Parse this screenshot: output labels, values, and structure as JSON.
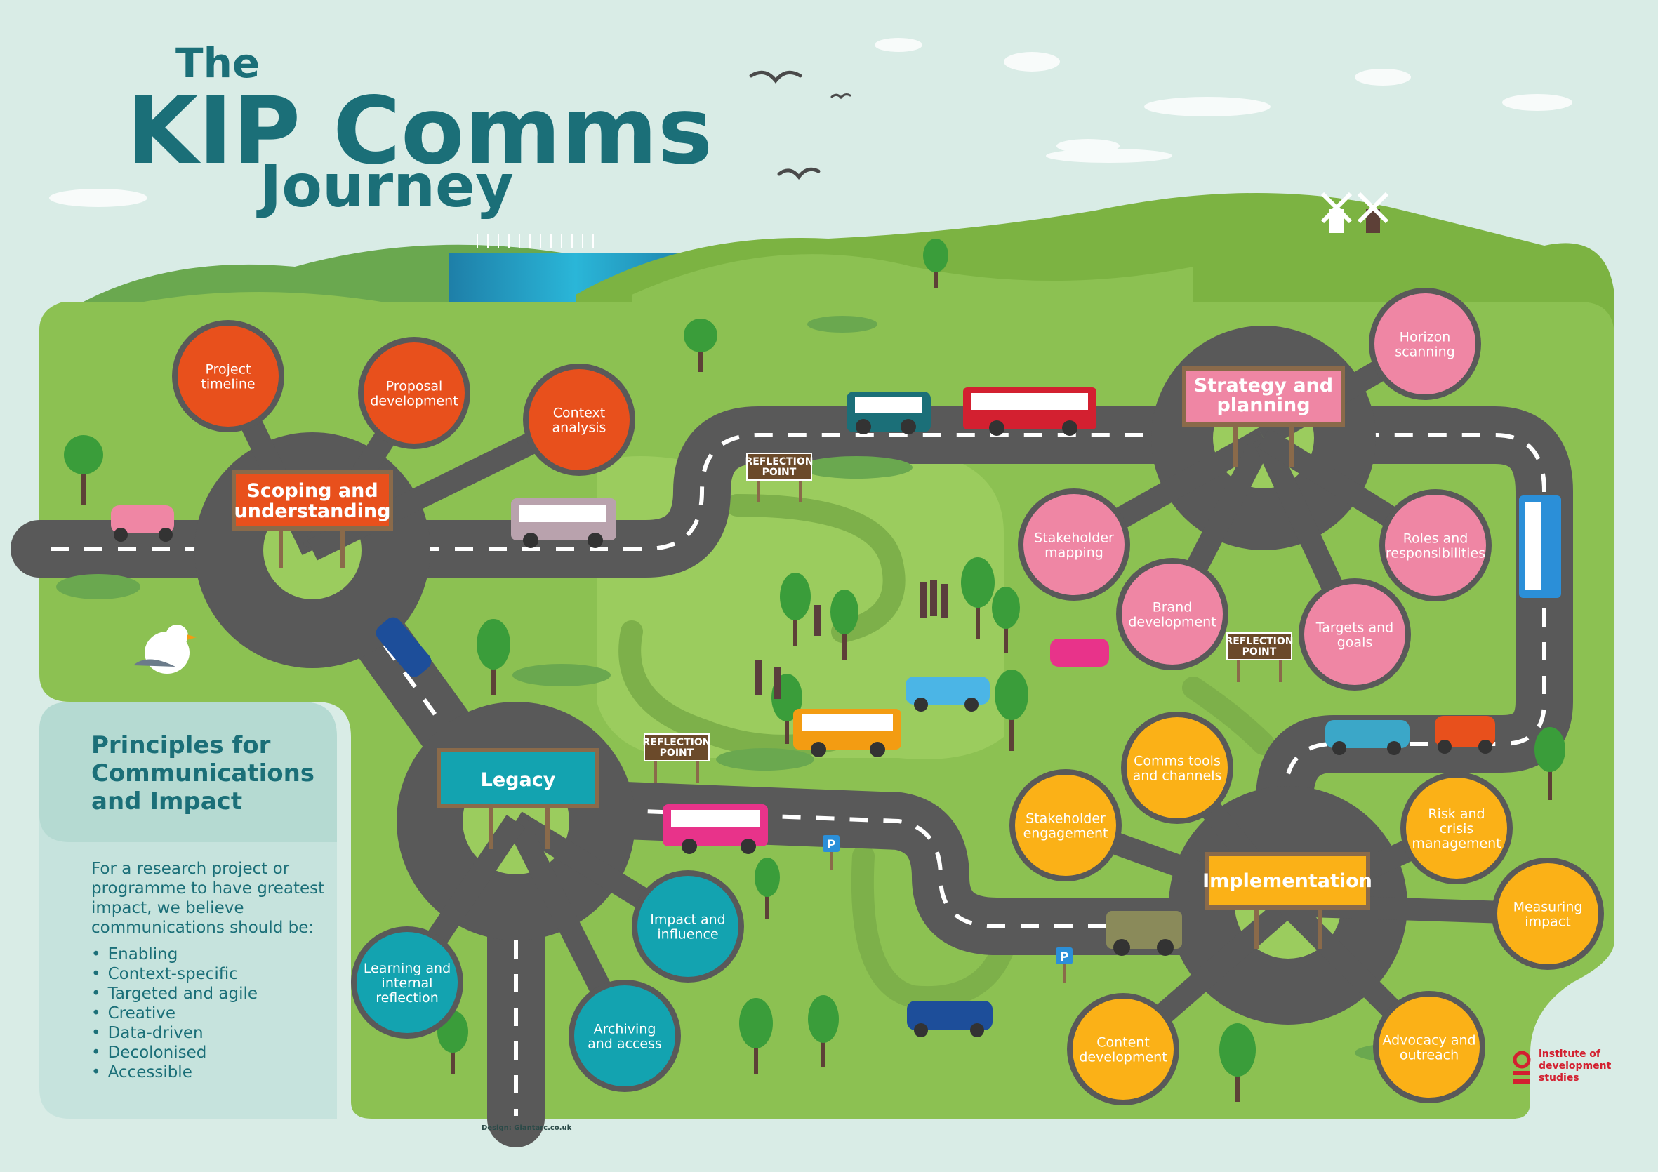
{
  "title": {
    "line1": "The",
    "line2": "KIP Comms",
    "line3": "Journey"
  },
  "hubs": {
    "scoping": "Scoping and understanding",
    "strategy": "Strategy and planning",
    "implementation": "Implementation",
    "legacy": "Legacy"
  },
  "nodes": {
    "project_timeline": "Project timeline",
    "proposal_development": "Proposal development",
    "context_analysis": "Context analysis",
    "horizon_scanning": "Horizon scanning",
    "stakeholder_mapping": "Stakeholder mapping",
    "brand_development": "Brand development",
    "targets_goals": "Targets and goals",
    "roles_responsibilities": "Roles and responsibilities",
    "comms_tools": "Comms tools and channels",
    "stakeholder_engagement": "Stakeholder engagement",
    "risk_crisis": "Risk and crisis management",
    "measuring_impact": "Measuring impact",
    "content_development": "Content development",
    "advocacy_outreach": "Advocacy and outreach",
    "impact_influence": "Impact and influence",
    "archiving_access": "Archiving and access",
    "learning_reflection": "Learning and internal reflection"
  },
  "reflection_sign": {
    "line1": "REFLECTION",
    "line2": "POINT"
  },
  "parking": "P",
  "principles": {
    "heading": "Principles for Communications and Impact",
    "intro": "For a research project or programme to have greatest impact, we believe communications should be:",
    "items": [
      "Enabling",
      "Context-specific",
      "Targeted and agile",
      "Creative",
      "Data-driven",
      "Decolonised",
      "Accessible"
    ]
  },
  "credit": "Design: Giantarc.co.uk",
  "logo": {
    "text": "institute of development studies"
  },
  "colors": {
    "sky": "#d9ece6",
    "grass": "#8cc152",
    "dark_grass": "#6aa84f",
    "road": "#595959",
    "orange_node": "#e8501c",
    "pink_node": "#ef86a4",
    "yellow_node": "#fbb117",
    "teal_node": "#13a3b0",
    "title_teal": "#1b6f78",
    "ids_red": "#d32030"
  }
}
